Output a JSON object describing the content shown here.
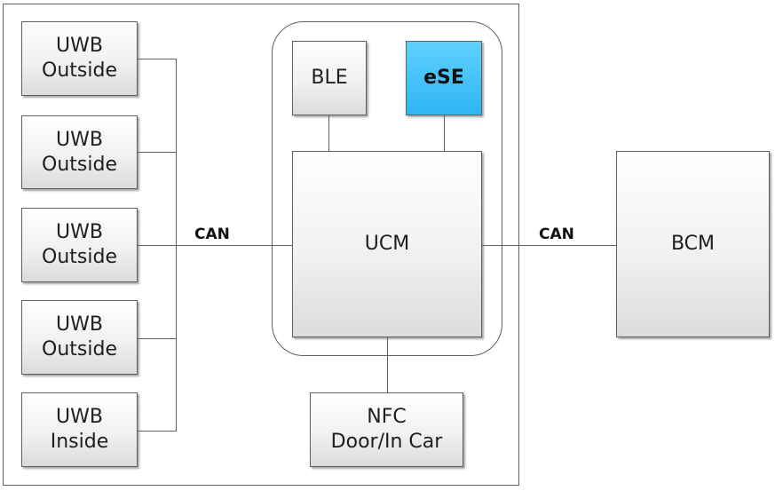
{
  "nodes": {
    "uwb1": {
      "line1": "UWB",
      "line2": "Outside"
    },
    "uwb2": {
      "line1": "UWB",
      "line2": "Outside"
    },
    "uwb3": {
      "line1": "UWB",
      "line2": "Outside"
    },
    "uwb4": {
      "line1": "UWB",
      "line2": "Outside"
    },
    "uwb5": {
      "line1": "UWB",
      "line2": "Inside"
    },
    "ble": {
      "label": "BLE"
    },
    "ese": {
      "label": "eSE"
    },
    "ucm": {
      "label": "UCM"
    },
    "nfc": {
      "line1": "NFC",
      "line2": "Door/In Car"
    },
    "bcm": {
      "label": "BCM"
    }
  },
  "buses": {
    "left": "CAN",
    "right": "CAN"
  },
  "colors": {
    "highlight": "#2fb6f3",
    "line": "#5f5f5f"
  }
}
